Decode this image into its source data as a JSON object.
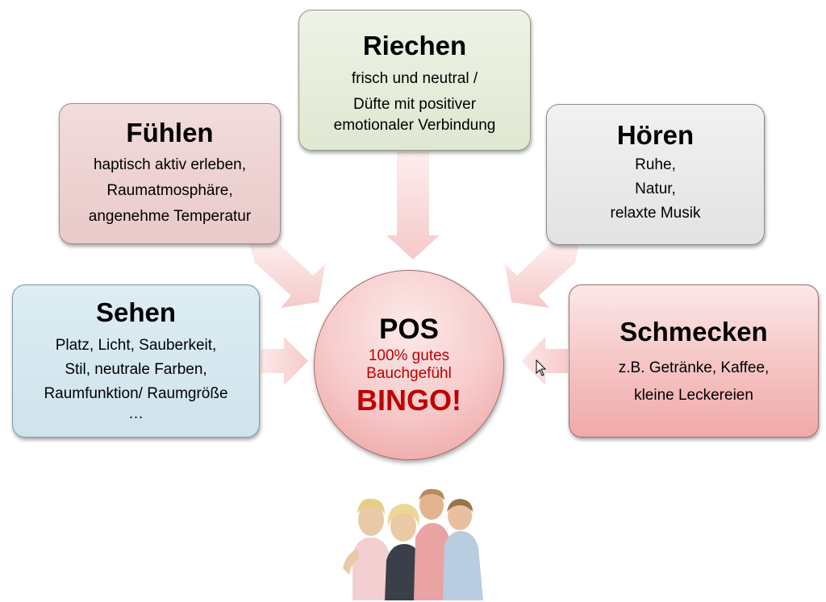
{
  "center": {
    "title": "POS",
    "line1": "100% gutes",
    "line2": "Bauchgefühl",
    "highlight": "BINGO!"
  },
  "senses": {
    "riechen": {
      "title": "Riechen",
      "lines": [
        "frisch und neutral /",
        "Düfte mit positiver",
        "emotionaler Verbindung"
      ]
    },
    "fuehlen": {
      "title": "Fühlen",
      "lines": [
        "haptisch aktiv erleben,",
        "Raumatmosphäre,",
        "angenehme Temperatur"
      ]
    },
    "hoeren": {
      "title": "Hören",
      "lines": [
        "Ruhe,",
        "Natur,",
        "relaxte Musik"
      ]
    },
    "sehen": {
      "title": "Sehen",
      "lines": [
        "Platz, Licht, Sauberkeit,",
        "Stil, neutrale Farben,",
        "Raumfunktion/ Raumgröße",
        "…"
      ]
    },
    "schmecken": {
      "title": "Schmecken",
      "lines": [
        "z.B. Getränke, Kaffee,",
        "kleine Leckereien"
      ]
    }
  },
  "colors": {
    "arrow": "#f8cfcf",
    "highlight_text": "#c00000"
  },
  "icons": [
    "arrow-down-icon",
    "arrow-diagonal-icon",
    "arrow-right-icon",
    "arrow-left-icon",
    "mouse-cursor-icon"
  ]
}
